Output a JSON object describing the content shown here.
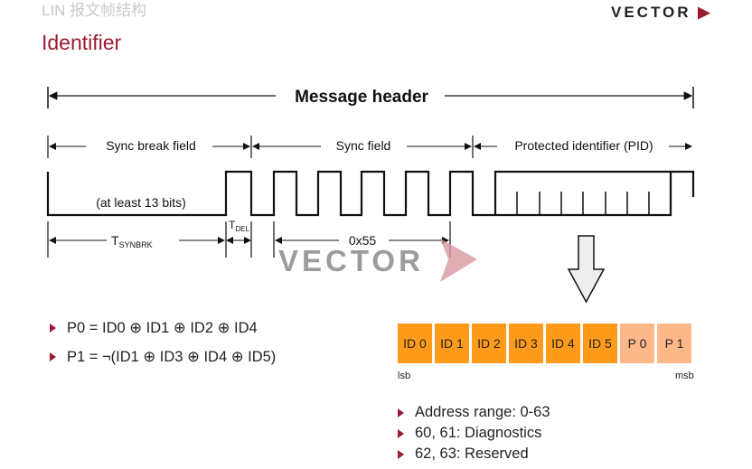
{
  "header": {
    "subtitle": "LIN 报文帧结构",
    "title": "Identifier",
    "logo": "VECTOR"
  },
  "diagram": {
    "message_header": "Message header",
    "sync_break_field": "Sync break field",
    "sync_field": "Sync field",
    "pid_field": "Protected identifier (PID)",
    "at_least": "(at least 13 bits)",
    "t_synbrk": "T",
    "t_synbrk_sub": "SYNBRK",
    "t_del": "T",
    "t_del_sub": "DEL",
    "hex": "0x55",
    "watermark": "VECTOR"
  },
  "formulas": [
    "P0 = ID0 ⊕ ID1 ⊕ ID2 ⊕ ID4",
    "P1 = ¬(ID1 ⊕ ID3 ⊕ ID4 ⊕ ID5)"
  ],
  "bits": [
    "ID 0",
    "ID 1",
    "ID 2",
    "ID 3",
    "ID 4",
    "ID 5",
    "P 0",
    "P 1"
  ],
  "bit_colors": {
    "id": "#ff9a1a",
    "parity": "#fdb88a"
  },
  "lsb": "lsb",
  "msb": "msb",
  "address_notes": [
    "Address range: 0-63",
    "60, 61: Diagnostics",
    "62, 63: Reserved"
  ]
}
